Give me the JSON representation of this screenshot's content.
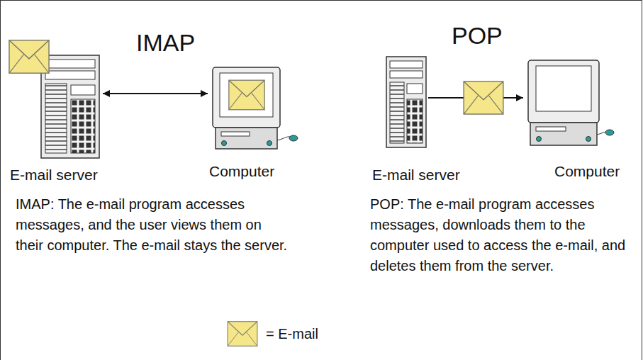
{
  "diagram": {
    "nodes": [
      {
        "text": [
          "E-mail server"
        ]
      },
      {
        "text": [
          "Computer"
        ]
      },
      {
        "text": [
          "E-mail server"
        ]
      },
      {
        "text": [
          "Computer"
        ]
      }
    ],
    "edges": [
      {
        "from": 0,
        "to": 1,
        "arrow": "both"
      },
      {
        "from": 2,
        "to": 3,
        "arrow": "to"
      }
    ],
    "labels": [
      "IMAP",
      "POP",
      "IMAP: The e-mail program accesses messages, and the user views them on their computer. The e-mail stays the server.",
      "POP: The e-mail program accesses messages, downloads them to the computer used to access the e-mail, and deletes them from the server."
    ],
    "legend": [
      {
        "text": "= E-mail"
      }
    ]
  }
}
